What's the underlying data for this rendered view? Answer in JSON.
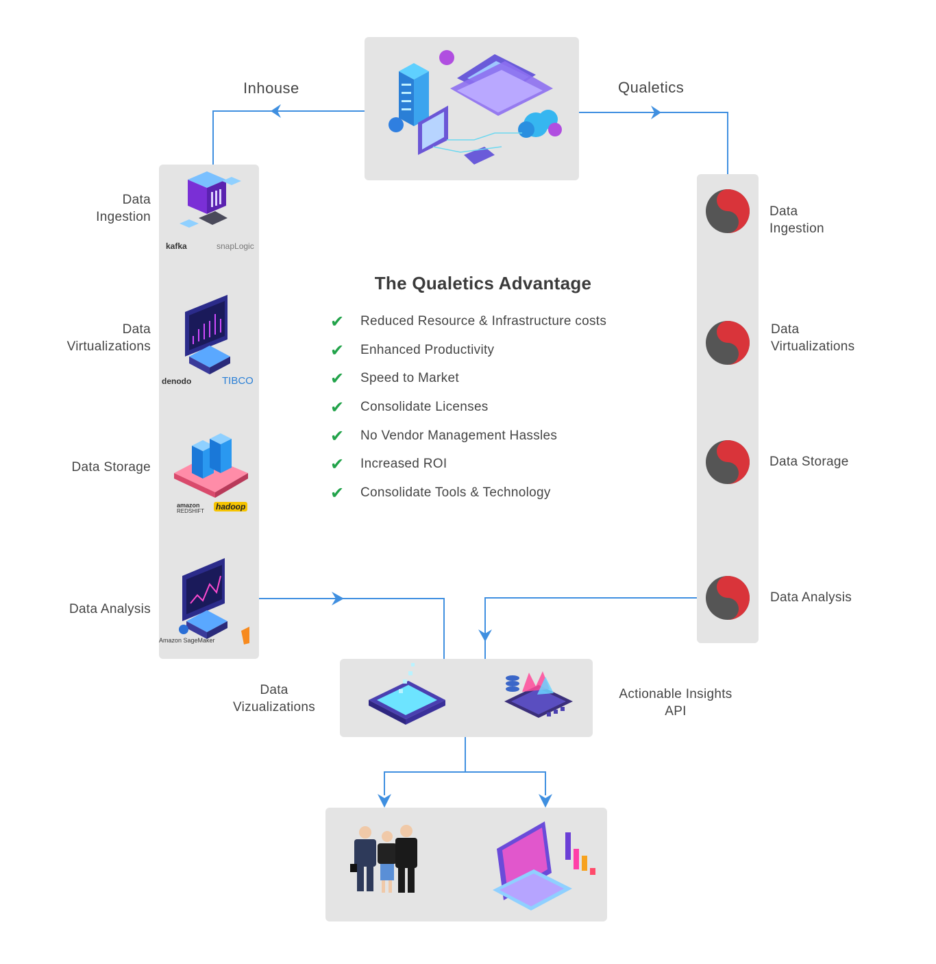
{
  "top": {
    "inhouse_label": "Inhouse",
    "qualetics_label": "Qualetics"
  },
  "inhouse_steps": [
    {
      "label_line1": "Data",
      "label_line2": "Ingestion",
      "logos": [
        "kafka",
        "snapLogic"
      ]
    },
    {
      "label_line1": "Data",
      "label_line2": "Virtualizations",
      "logos": [
        "denodo",
        "TIBCO"
      ]
    },
    {
      "label_line1": "Data Storage",
      "label_line2": "",
      "logos": [
        "amazon",
        "REDSHIFT",
        "hadoop"
      ]
    },
    {
      "label_line1": "Data Analysis",
      "label_line2": "",
      "logos": [
        "Amazon SageMaker"
      ]
    }
  ],
  "qualetics_steps": [
    {
      "label_line1": "Data",
      "label_line2": "Ingestion"
    },
    {
      "label_line1": "Data",
      "label_line2": "Virtualizations"
    },
    {
      "label_line1": "Data Storage",
      "label_line2": ""
    },
    {
      "label_line1": "Data Analysis",
      "label_line2": ""
    }
  ],
  "advantage": {
    "title": "The Qualetics Advantage",
    "items": [
      "Reduced Resource & Infrastructure costs",
      "Enhanced Productivity",
      "Speed to Market",
      "Consolidate Licenses",
      "No Vendor Management Hassles",
      "Increased ROI",
      "Consolidate Tools & Technology"
    ]
  },
  "output": {
    "left_label_line1": "Data",
    "left_label_line2": "Vizualizations",
    "right_label_line1": "Actionable Insights",
    "right_label_line2": "API"
  },
  "colors": {
    "arrow": "#3f8fe0",
    "panel": "#e4e4e4",
    "check": "#22a34a",
    "qualetics_red": "#d9343a",
    "qualetics_grey": "#555555"
  }
}
